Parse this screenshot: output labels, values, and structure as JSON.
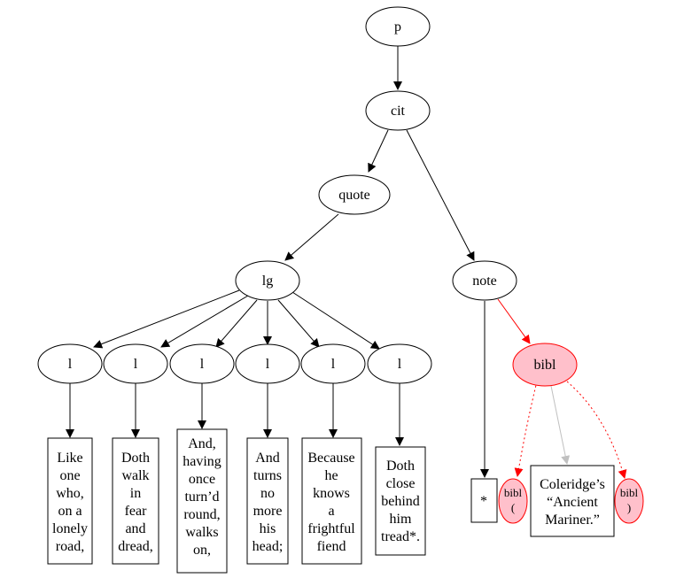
{
  "nodes": {
    "p": "p",
    "cit": "cit",
    "quote": "quote",
    "lg": "lg",
    "note": "note",
    "bibl": "bibl",
    "l1": "l",
    "l2": "l",
    "l3": "l",
    "l4": "l",
    "l5": "l",
    "l6": "l",
    "bibl_open": [
      "bibl",
      "("
    ],
    "bibl_close": [
      "bibl",
      ")"
    ]
  },
  "texts": {
    "t1": [
      "Like",
      "one",
      "who,",
      "on a",
      "lonely",
      "road,"
    ],
    "t2": [
      "Doth",
      "walk",
      "in",
      "fear",
      "and",
      "dread,"
    ],
    "t3": [
      "And,",
      "having",
      "once",
      "turn’d",
      "round,",
      "walks",
      "on,"
    ],
    "t4": [
      "And",
      "turns",
      "no",
      "more",
      "his",
      "head;"
    ],
    "t5": [
      "Because",
      "he",
      "knows",
      "a",
      "frightful",
      "fiend"
    ],
    "t6": [
      "Doth",
      "close",
      "behind",
      "him",
      "tread*."
    ],
    "star": [
      "*"
    ],
    "coleridge": [
      "Coleridge’s",
      "“Ancient",
      "Mariner.”"
    ]
  },
  "colors": {
    "highlight_fill": "#ffc0cb",
    "highlight_stroke": "#ff0000",
    "edge_default": "#000000",
    "edge_gray": "#c0c0c0"
  }
}
